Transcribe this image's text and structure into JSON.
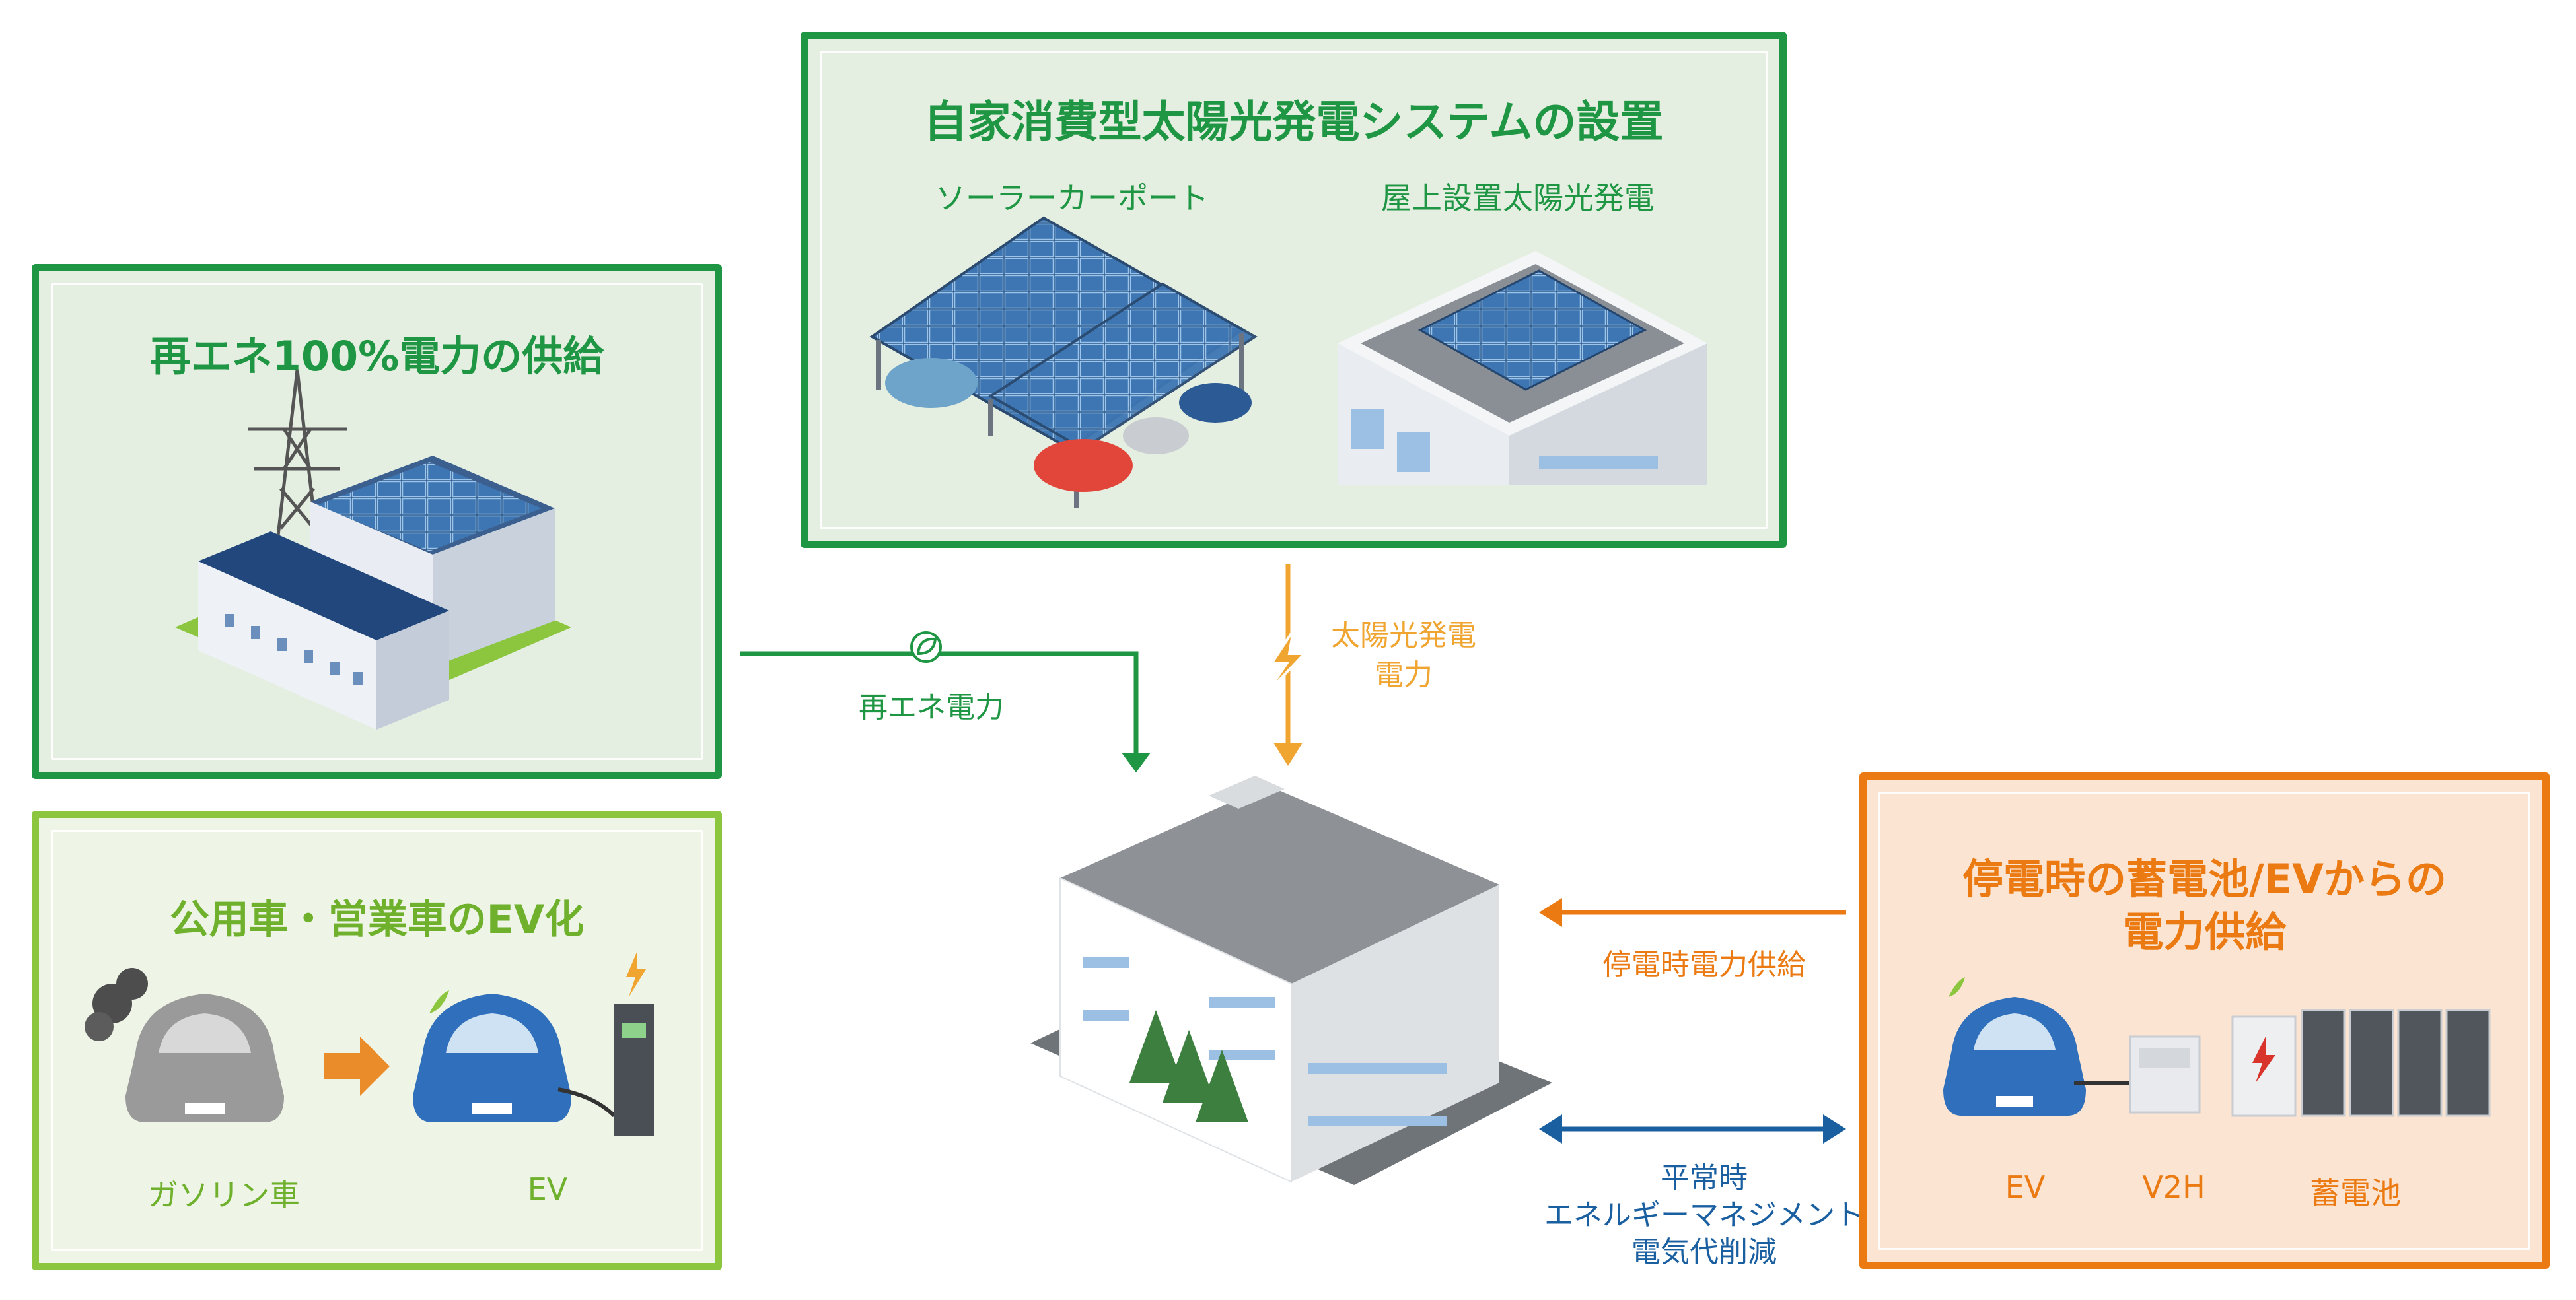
{
  "colors": {
    "green": "#1f9643",
    "green_bg": "#e4efe1",
    "lime": "#8cc63f",
    "lime_bg": "#eef5e6",
    "orange": "#eb7a13",
    "orange_bg": "#fbe5d2",
    "solar_arrow": "#f0a530",
    "blue_arrow": "#1a5fa0"
  },
  "panels": {
    "renewable": {
      "title": "再エネ100%電力の供給"
    },
    "solar": {
      "title": "自家消費型太陽光発電システムの設置",
      "carport_label": "ソーラーカーポート",
      "rooftop_label": "屋上設置太陽光発電"
    },
    "ev_fleet": {
      "title": "公用車・営業車のEV化",
      "gasoline_label": "ガソリン車",
      "ev_label": "EV"
    },
    "backup": {
      "title_line1": "停電時の蓄電池/EVからの",
      "title_line2": "電力供給",
      "ev_label": "EV",
      "v2h_label": "V2H",
      "battery_label": "蓄電池"
    }
  },
  "flows": {
    "renewable_power": "再エネ電力",
    "solar_power_line1": "太陽光発電",
    "solar_power_line2": "電力",
    "outage_supply": "停電時電力供給",
    "normal_line1": "平常時",
    "normal_line2": "エネルギーマネジメント",
    "normal_line3": "電気代削減"
  }
}
